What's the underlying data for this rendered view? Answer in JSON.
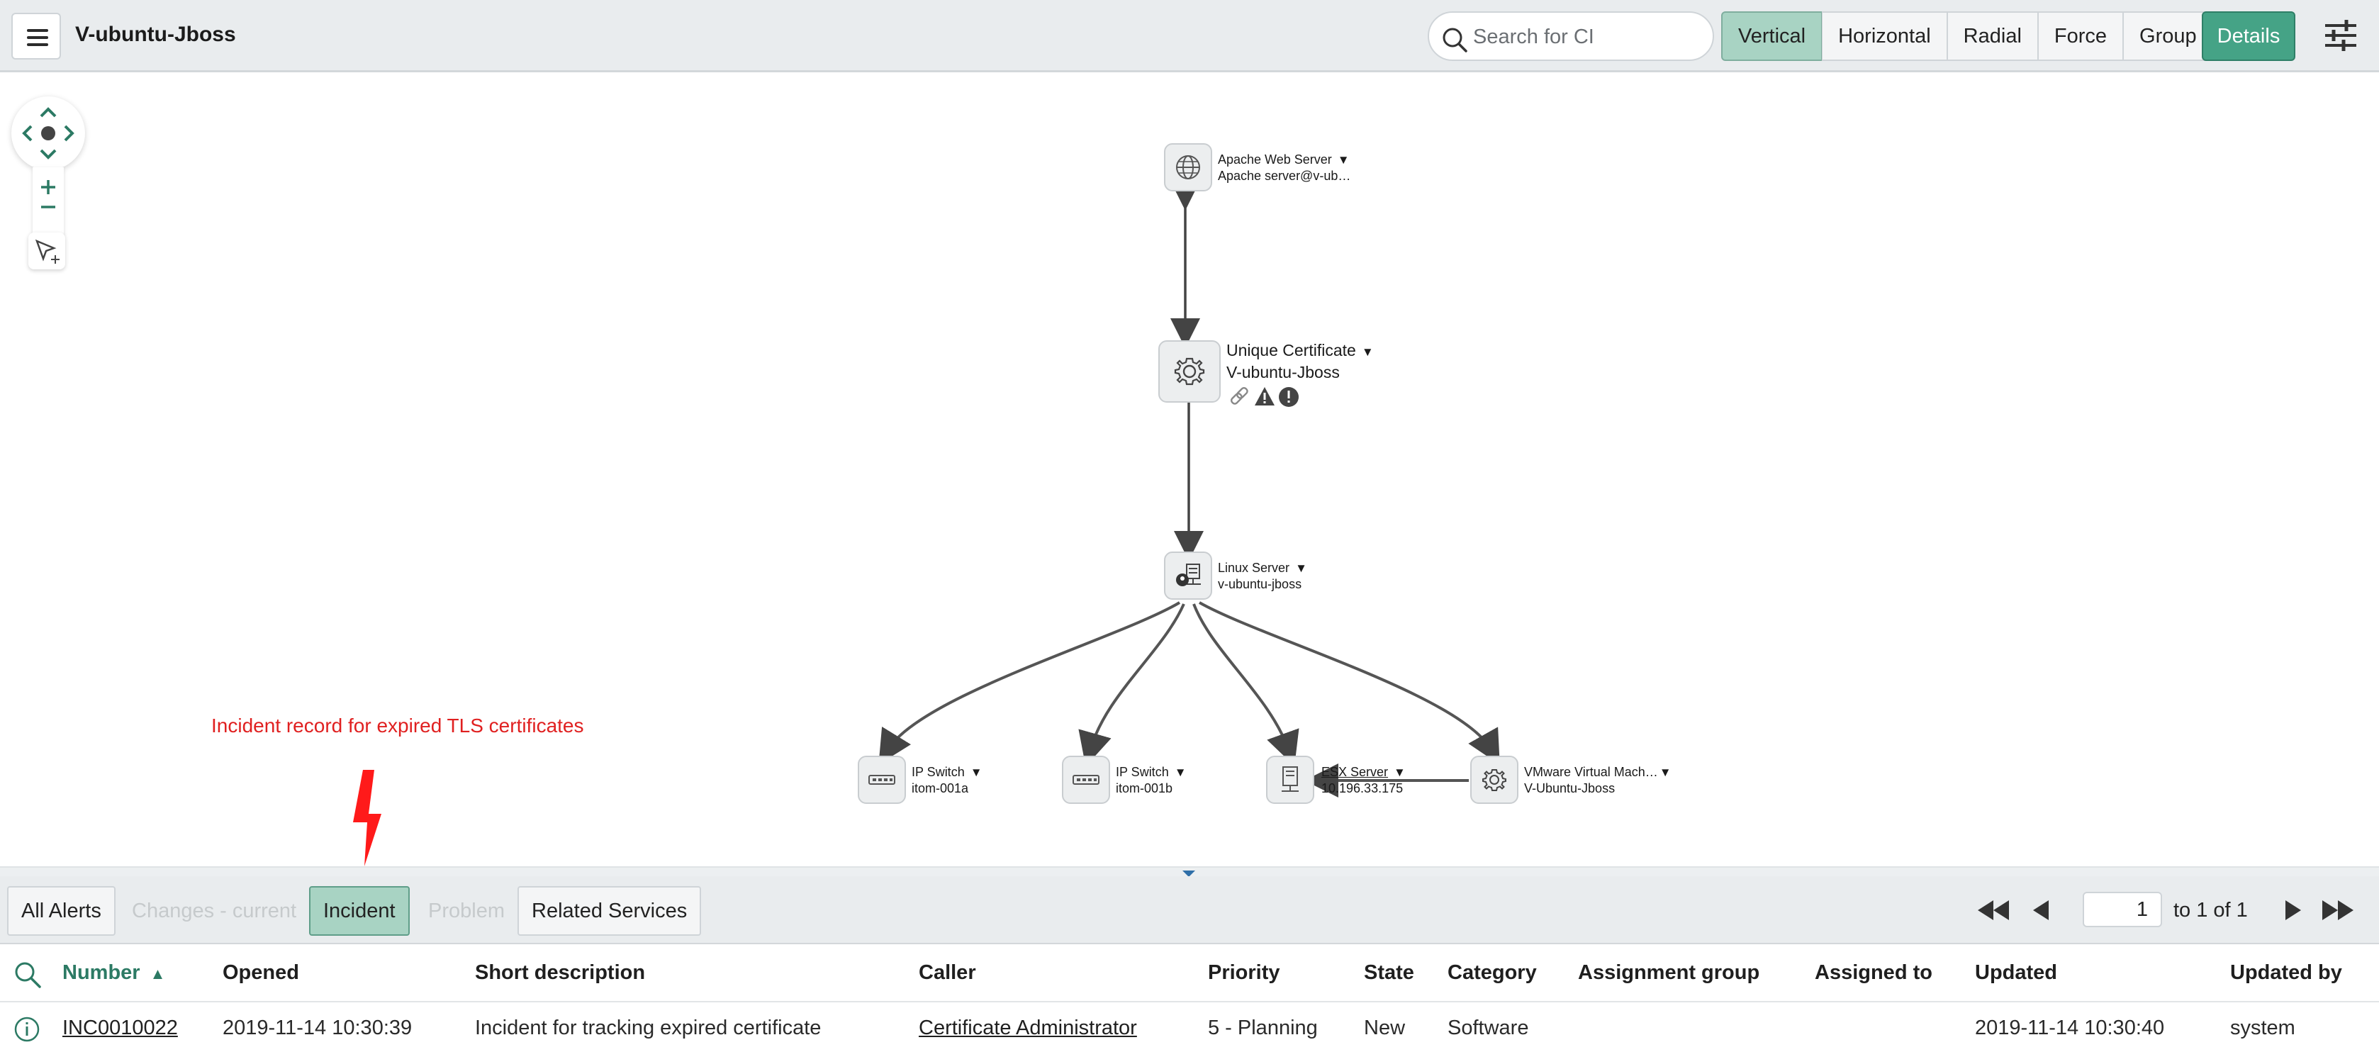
{
  "header": {
    "title": "V-ubuntu-Jboss",
    "search_placeholder": "Search for CI",
    "layouts": [
      "Vertical",
      "Horizontal",
      "Radial",
      "Force",
      "Group"
    ],
    "active_layout": "Vertical",
    "details_label": "Details"
  },
  "map": {
    "nodes": {
      "apache": {
        "type": "Apache Web Server",
        "name": "Apache server@v-ub…",
        "icon": "globe-icon"
      },
      "certificate": {
        "type": "Unique Certificate",
        "name": "V-ubuntu-Jboss",
        "icon": "gear-icon"
      },
      "linux": {
        "type": "Linux Server",
        "name": "v-ubuntu-jboss",
        "icon": "linux-server-icon"
      },
      "switch_a": {
        "type": "IP Switch",
        "name": "itom-001a",
        "icon": "switch-icon"
      },
      "switch_b": {
        "type": "IP Switch",
        "name": "itom-001b",
        "icon": "switch-icon"
      },
      "esx": {
        "type": "ESX Server",
        "name": "10.196.33.175",
        "icon": "server-icon"
      },
      "vmware": {
        "type": "VMware Virtual Mach…",
        "name": "V-Ubuntu-Jboss",
        "icon": "gear-icon"
      }
    },
    "caret": "▼",
    "annotation": "Incident record for expired TLS certificates"
  },
  "tabs": {
    "items": [
      "All Alerts",
      "Changes - current",
      "Incident",
      "Problem",
      "Related Services"
    ],
    "active": "Incident",
    "disabled": [
      "Changes - current",
      "Problem"
    ]
  },
  "pagination": {
    "page": "1",
    "summary": "to 1 of 1"
  },
  "table": {
    "columns": [
      "Number",
      "Opened",
      "Short description",
      "Caller",
      "Priority",
      "State",
      "Category",
      "Assignment group",
      "Assigned to",
      "Updated",
      "Updated by"
    ],
    "sort_indicator": "▲",
    "rows": [
      {
        "number": "INC0010022",
        "opened": "2019-11-14 10:30:39",
        "short_description": "Incident for tracking expired certificate",
        "caller": "Certificate Administrator",
        "priority": "5 - Planning",
        "state": "New",
        "category": "Software",
        "assignment_group": "",
        "assigned_to": "",
        "updated": "2019-11-14 10:30:40",
        "updated_by": "system"
      }
    ]
  },
  "colors": {
    "accent": "#45a386",
    "active_tab": "#a8d3c3",
    "annotation": "#e02020"
  }
}
